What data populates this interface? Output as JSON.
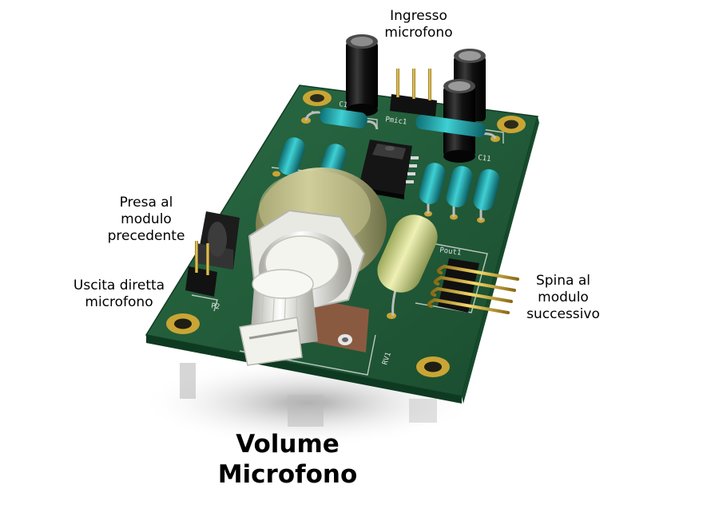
{
  "labels": {
    "ingresso": [
      "Ingresso",
      "microfono"
    ],
    "presa": [
      "Presa al",
      "modulo",
      "precedente"
    ],
    "uscita": [
      "Uscita diretta",
      "microfono"
    ],
    "spina": [
      "Spina al",
      "modulo",
      "successivo"
    ]
  },
  "title": [
    "Volume",
    "Microfono"
  ],
  "silkscreen": {
    "pmic": "Pmic1",
    "c1": "C1",
    "c11": "C11",
    "pout": "Pout1",
    "p2": "P2",
    "rv1": "RV1"
  },
  "colors": {
    "pcb": "#1f5a37",
    "silkscreen": "#e8e8e8",
    "capacitor": "#2ab3b8",
    "pads": "#c8a032"
  }
}
